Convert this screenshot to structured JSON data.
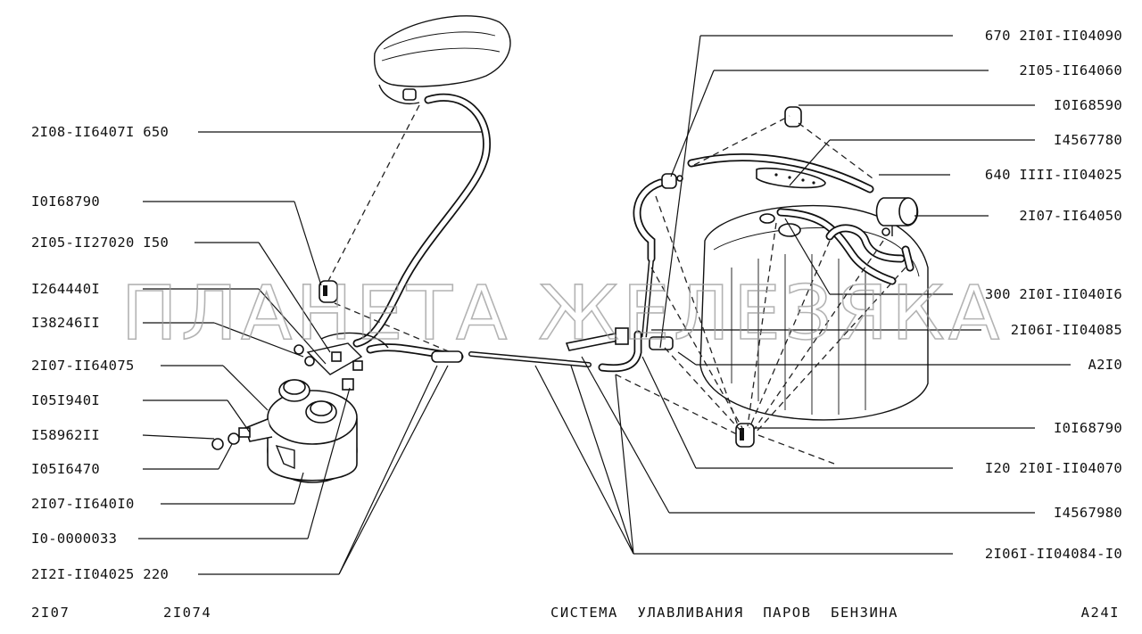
{
  "labels_left": [
    {
      "text": "2I08-II6407I 650"
    },
    {
      "text": "I0I68790"
    },
    {
      "text": "2I05-II27020 I50"
    },
    {
      "text": "I264440I"
    },
    {
      "text": "I38246II"
    },
    {
      "text": "2I07-II64075"
    },
    {
      "text": "I05I940I"
    },
    {
      "text": "I58962II"
    },
    {
      "text": "I05I6470"
    },
    {
      "text": "2I07-II640I0"
    },
    {
      "text": "I0-0000033"
    },
    {
      "text": "2I2I-II04025 220"
    }
  ],
  "labels_right": [
    {
      "text": "670 2I0I-II04090"
    },
    {
      "text": "2I05-II64060"
    },
    {
      "text": "I0I68590"
    },
    {
      "text": "I4567780"
    },
    {
      "text": "640 IIII-II04025"
    },
    {
      "text": "2I07-II64050"
    },
    {
      "text": "300 2I0I-II040I6"
    },
    {
      "text": "2I06I-II04085"
    },
    {
      "text": "A2I0"
    },
    {
      "text": "I0I68790"
    },
    {
      "text": "I20 2I0I-II04070"
    },
    {
      "text": "I4567980"
    },
    {
      "text": "2I06I-II04084-I0"
    }
  ],
  "footer": {
    "model_1": "2I07",
    "model_2": "2I074",
    "title": "СИСТЕМА  УЛАВЛИВАНИЯ  ПАРОВ  БЕНЗИНА",
    "code": "A24I"
  },
  "watermark": "ПЛАНЕТА ЖЕЛЕЗЯКА",
  "colors": {
    "ink": "#111111",
    "watermark": "#9a9a9a",
    "background": "#ffffff"
  }
}
